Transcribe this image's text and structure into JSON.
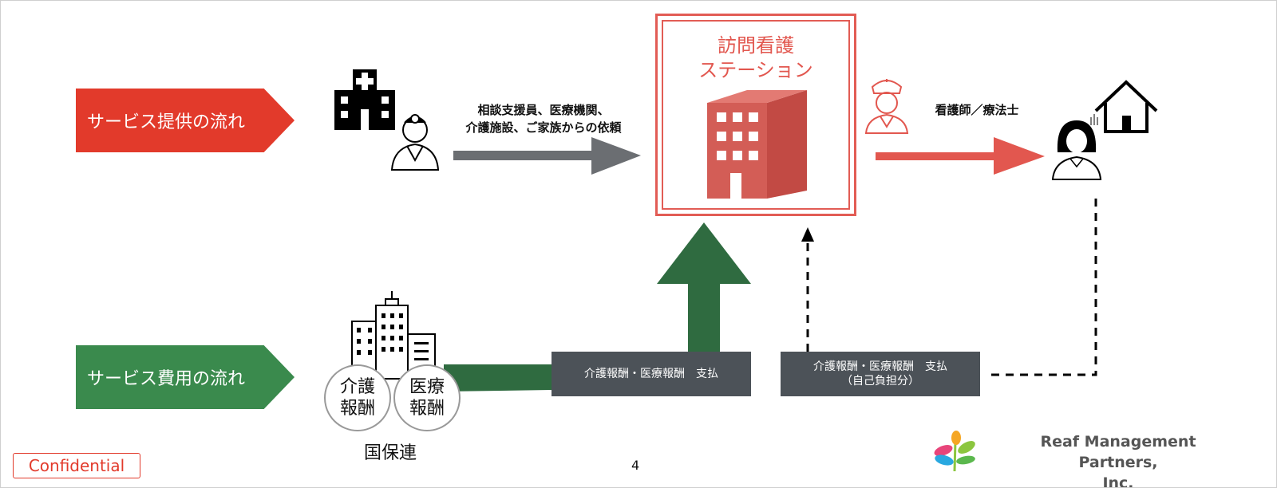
{
  "flows": {
    "service": "サービス提供の流れ",
    "cost": "サービス費用の流れ"
  },
  "requesters_label": [
    "相談支援員、医療機関、",
    "介護施設、ご家族からの依頼"
  ],
  "station_title": [
    "訪問看護",
    "ステーション"
  ],
  "nurse_label": "看護師／療法士",
  "payments": {
    "payment1": "介護報酬・医療報酬　支払",
    "payment2": [
      "介護報酬・医療報酬　支払",
      "（自己負担分）"
    ]
  },
  "circles": {
    "care": [
      "介護",
      "報酬"
    ],
    "medical": [
      "医療",
      "報酬"
    ]
  },
  "kokuho": "国保連",
  "footer": {
    "confidential": "Confidential",
    "page_number": "4",
    "company": [
      "Reaf Management Partners,",
      "Inc."
    ]
  },
  "icons": [
    "hospital-icon",
    "doctor-icon",
    "building-icon",
    "nurse-icon",
    "patient-icon",
    "house-icon",
    "office-buildings-icon",
    "leaf-logo-icon"
  ],
  "colors": {
    "service_red": "#e23a2b",
    "station_red": "#e2574f",
    "request_gray": "#6b6e72",
    "cost_green": "#2f6b40",
    "payment_box": "#4c5258"
  }
}
